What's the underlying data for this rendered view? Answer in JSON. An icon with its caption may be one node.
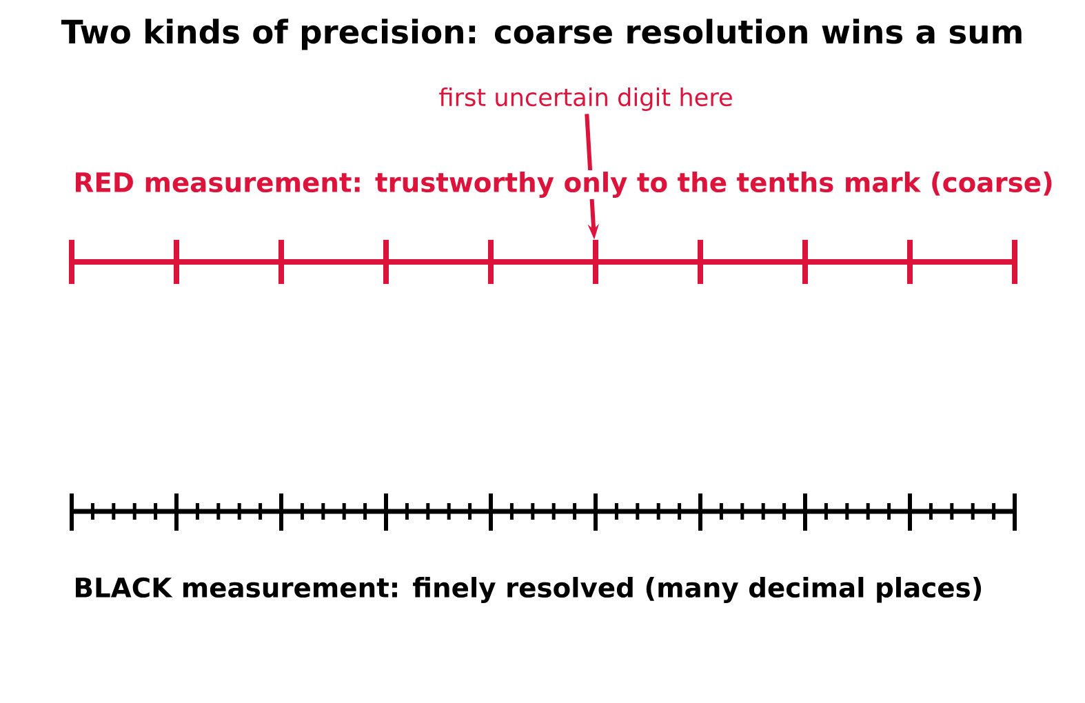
{
  "diagram": {
    "title": "Two kinds of precision: coarse resolution wins a sum",
    "nodes": [
      {
        "text": [
          "first uncertain digit here"
        ]
      },
      {
        "text": [],
        "shape": "tick"
      }
    ],
    "edges": [
      {
        "from": 0,
        "to": 1,
        "arrow": "to"
      }
    ],
    "labels": [
      "RED measurement: trustworthy only to the tenths mark (coarse)",
      "BLACK measurement: finely resolved (many decimal places)"
    ]
  }
}
